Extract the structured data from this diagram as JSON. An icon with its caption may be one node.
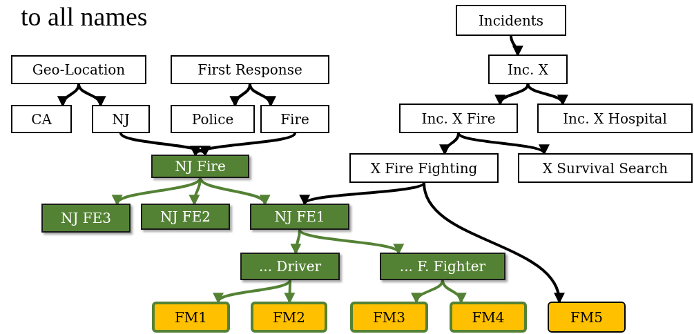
{
  "diagram": {
    "nodes": [
      {
        "text": [
          "Geo-Location"
        ]
      },
      {
        "text": [
          "First Response"
        ]
      },
      {
        "text": [
          "CA"
        ]
      },
      {
        "text": [
          "NJ"
        ]
      },
      {
        "text": [
          "Police"
        ]
      },
      {
        "text": [
          "Fire"
        ]
      },
      {
        "text": [
          "Incidents"
        ]
      },
      {
        "text": [
          "Inc. X"
        ]
      },
      {
        "text": [
          "Inc. X Fire"
        ]
      },
      {
        "text": [
          "Inc. X Hospital"
        ]
      },
      {
        "text": [
          "X Fire Fighting"
        ]
      },
      {
        "text": [
          "X Survival Search"
        ]
      },
      {
        "text": [
          "NJ Fire"
        ]
      },
      {
        "text": [
          "NJ FE3"
        ]
      },
      {
        "text": [
          "NJ FE2"
        ]
      },
      {
        "text": [
          "NJ FE1"
        ]
      },
      {
        "text": [
          "... Driver"
        ]
      },
      {
        "text": [
          "... F. Fighter"
        ]
      },
      {
        "text": [
          "FM1"
        ]
      },
      {
        "text": [
          "FM2"
        ]
      },
      {
        "text": [
          "FM3"
        ]
      },
      {
        "text": [
          "FM4"
        ]
      },
      {
        "text": [
          "FM5"
        ]
      }
    ],
    "edges": [
      {
        "from": 0,
        "to": 2,
        "arrow": "to"
      },
      {
        "from": 0,
        "to": 3,
        "arrow": "to"
      },
      {
        "from": 1,
        "to": 4,
        "arrow": "to"
      },
      {
        "from": 1,
        "to": 5,
        "arrow": "to"
      },
      {
        "from": 3,
        "to": 12,
        "arrow": "to"
      },
      {
        "from": 5,
        "to": 12,
        "arrow": "to"
      },
      {
        "from": 6,
        "to": 7,
        "arrow": "to"
      },
      {
        "from": 7,
        "to": 8,
        "arrow": "to"
      },
      {
        "from": 7,
        "to": 9,
        "arrow": "to"
      },
      {
        "from": 8,
        "to": 10,
        "arrow": "to"
      },
      {
        "from": 8,
        "to": 11,
        "arrow": "to"
      },
      {
        "from": 10,
        "to": 15,
        "arrow": "to"
      },
      {
        "from": 10,
        "to": 22,
        "arrow": "to"
      },
      {
        "from": 12,
        "to": 13,
        "arrow": "to",
        "color": "#548235"
      },
      {
        "from": 12,
        "to": 14,
        "arrow": "to",
        "color": "#548235"
      },
      {
        "from": 12,
        "to": 15,
        "arrow": "to",
        "color": "#548235"
      },
      {
        "from": 15,
        "to": 16,
        "arrow": "to",
        "color": "#548235"
      },
      {
        "from": 15,
        "to": 17,
        "arrow": "to",
        "color": "#548235"
      },
      {
        "from": 16,
        "to": 18,
        "arrow": "to",
        "color": "#548235"
      },
      {
        "from": 16,
        "to": 19,
        "arrow": "to",
        "color": "#548235"
      },
      {
        "from": 17,
        "to": 20,
        "arrow": "to",
        "color": "#548235"
      },
      {
        "from": 17,
        "to": 21,
        "arrow": "to",
        "color": "#548235"
      }
    ],
    "labels": [
      "to all names"
    ]
  }
}
